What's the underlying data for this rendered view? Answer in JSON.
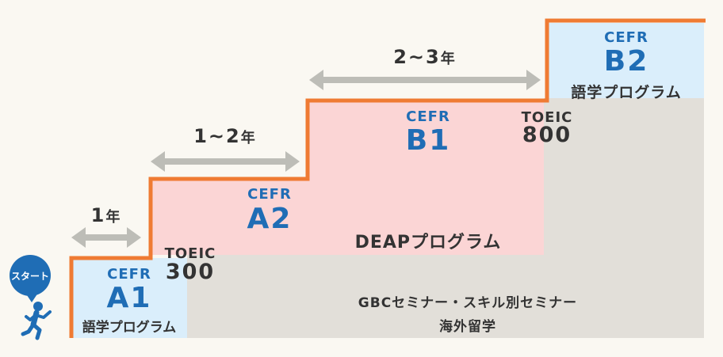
{
  "start_label": "スタート",
  "steps": [
    {
      "cefr": "CEFR",
      "level": "A1",
      "program": "語学プログラム"
    },
    {
      "cefr": "CEFR",
      "level": "A2",
      "program": "DEAPプログラム"
    },
    {
      "cefr": "CEFR",
      "level": "B1"
    },
    {
      "cefr": "CEFR",
      "level": "B2",
      "program": "語学プログラム"
    }
  ],
  "toeic": [
    {
      "label": "TOEIC",
      "score": "300"
    },
    {
      "label": "TOEIC",
      "score": "800"
    }
  ],
  "durations": [
    {
      "num": "1",
      "unit": "年"
    },
    {
      "num": "1~2",
      "unit": "年"
    },
    {
      "num": "2~3",
      "unit": "年"
    }
  ],
  "seminars": {
    "line1": "GBCセミナー・スキル別セミナー",
    "line2": "海外留学"
  },
  "colors": {
    "background": "#faf8f2",
    "gray_block": "#e2dfd9",
    "pink_block": "#fbd5d5",
    "blue_block": "#daeefb",
    "stair_line": "#ef7b33",
    "arrow": "#bdbdb7",
    "cefr_text": "#1f6db5",
    "runner": "#1f6db5"
  }
}
